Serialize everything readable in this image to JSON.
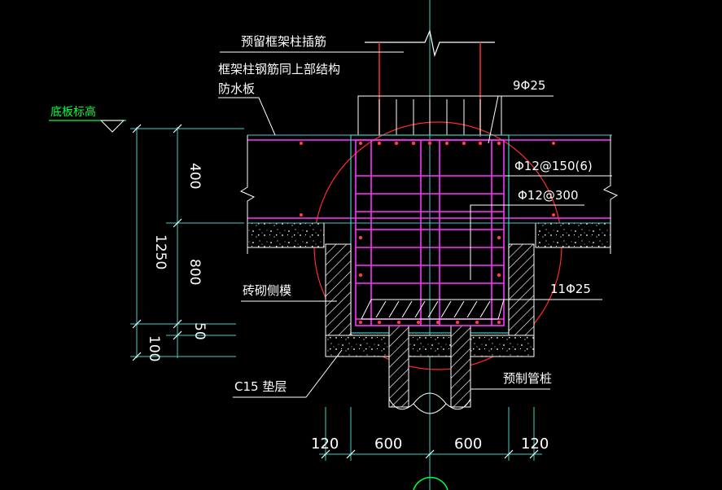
{
  "colors": {
    "background": "#000000",
    "text": "#ffffff",
    "green_label": "#00ff3a",
    "cyan_lines": "#3fd0c8",
    "magenta_rebar": "#ff33ff",
    "red_piles_and_circle": "#ff2a2a",
    "rebar_dot": "#ff4040"
  },
  "labels": {
    "floor_elevation": "底板标高",
    "reserved_column_dowels": "预留框架柱插筋",
    "column_rebar_note": "框架柱钢筋同上部结构",
    "waterproof_slab": "防水板",
    "top_bars": "9Φ25",
    "stirrup_spec": "Φ12@150(6)",
    "tie_spec": "Φ12@300",
    "bottom_bars": "11Φ25",
    "brick_side_form": "砖砌侧模",
    "c15_cushion": "C15 垫层",
    "precast_pile": "预制管桩"
  },
  "dimensions": {
    "vertical": {
      "total": "1250",
      "upper": "400",
      "middle": "800",
      "lower": "50",
      "cushion": "100"
    },
    "horizontal": [
      "120",
      "600",
      "600",
      "120"
    ]
  }
}
